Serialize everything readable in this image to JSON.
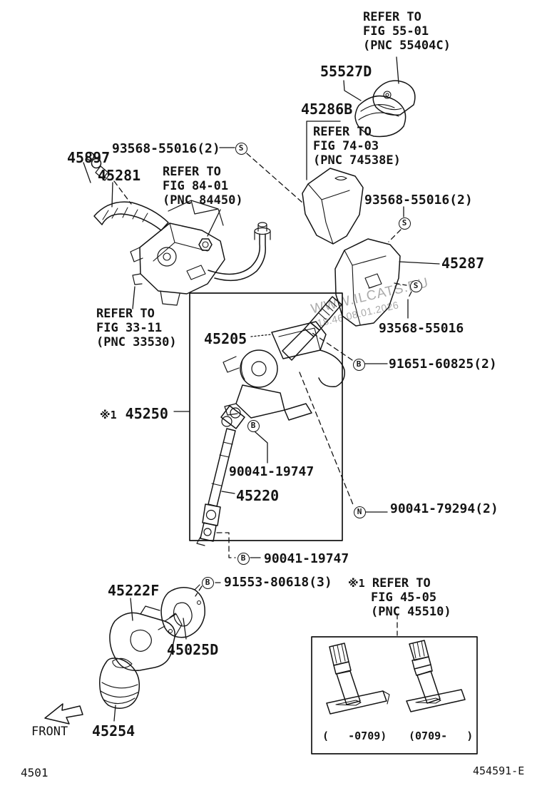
{
  "watermark": {
    "line1": "WWW.ILCATS.RU",
    "line2": "18:46 08.01.2026"
  },
  "footer": {
    "page_code": "4501",
    "drawing_code": "454591-E"
  },
  "front_label": "FRONT",
  "labels": {
    "p55527d": {
      "text": "55527D"
    },
    "p45286b": {
      "text": "45286B"
    },
    "p45897": {
      "text": "45897"
    },
    "p45281": {
      "text": "45281"
    },
    "p45287": {
      "text": "45287"
    },
    "p45205": {
      "text": "45205"
    },
    "p45250": {
      "prefix": "※1",
      "text": "45250"
    },
    "p45220": {
      "text": "45220"
    },
    "p45222f": {
      "text": "45222F"
    },
    "p45025d": {
      "text": "45025D"
    },
    "p45254": {
      "text": "45254"
    },
    "s93568_top": {
      "text": "93568-55016(2)"
    },
    "s93568_right": {
      "text": "93568-55016(2)"
    },
    "s93568_single": {
      "text": "93568-55016"
    },
    "p91651": {
      "text": "91651-60825(2)"
    },
    "p90041a": {
      "text": "90041-19747"
    },
    "p90041n": {
      "text": "90041-79294(2)"
    },
    "p90041b": {
      "text": "90041-19747"
    },
    "p91553": {
      "text": "91553-80618(3)"
    }
  },
  "refer_notes": {
    "fig55": {
      "l1": "REFER TO",
      "l2": "FIG 55-01",
      "l3": "(PNC 55404C)"
    },
    "fig74": {
      "l1": "REFER TO",
      "l2": "FIG 74-03",
      "l3": "(PNC 74538E)"
    },
    "fig84": {
      "l1": "REFER TO",
      "l2": "FIG 84-01",
      "l3": "(PNC 84450)"
    },
    "fig33": {
      "l1": "REFER TO",
      "l2": "FIG 33-11",
      "l3": "(PNC 33530)"
    },
    "fig45": {
      "prefix": "※1",
      "l1": "REFER TO",
      "l2": "FIG 45-05",
      "l3": "(PNC 45510)"
    }
  },
  "connectors": {
    "s1": {
      "letter": "S"
    },
    "s2": {
      "letter": "S"
    },
    "s3": {
      "letter": "S"
    },
    "b1": {
      "letter": "B"
    },
    "b2": {
      "letter": "B"
    },
    "n1": {
      "letter": "N"
    },
    "b3": {
      "letter": "B"
    },
    "b4": {
      "letter": "B"
    }
  },
  "inset": {
    "left_caption": "(   -0709)",
    "right_caption": "(0709-   )"
  },
  "colors": {
    "ink": "#141414",
    "watermark": "#9c9c9c",
    "background": "#ffffff"
  }
}
